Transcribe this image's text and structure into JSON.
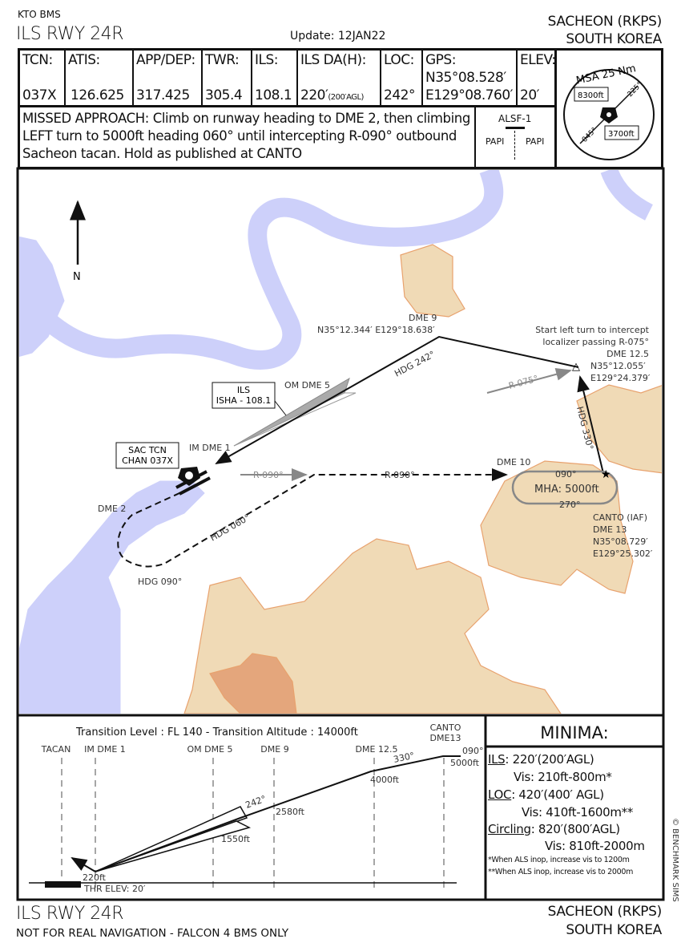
{
  "header": {
    "source": "KTO BMS",
    "title": "ILS RWY 24R",
    "update": "Update: 12JAN22",
    "airport": "SACHEON (RKPS)",
    "country": "SOUTH KOREA"
  },
  "info": {
    "tcn": {
      "label": "TCN:",
      "value": "037X"
    },
    "atis": {
      "label": "ATIS:",
      "value": "126.625"
    },
    "app": {
      "label": "APP/DEP:",
      "value": "317.425"
    },
    "twr": {
      "label": "TWR:",
      "value": "305.4"
    },
    "ils": {
      "label": "ILS:",
      "value": "108.1"
    },
    "da": {
      "label": "ILS DA(H):",
      "value": "220′",
      "sub": "(200′AGL)"
    },
    "loc": {
      "label": "LOC:",
      "value": "242°"
    },
    "gps": {
      "label": "GPS:",
      "lat": "N35°08.528′",
      "lon": "E129°08.760′"
    },
    "elev": {
      "label": "ELEV:",
      "value": "20′"
    },
    "missed": "MISSED APPROACH: Climb on runway heading to DME 2, then climbing LEFT turn to 5000ft heading 060° until intercepting R-090° outbound Sacheon tacan. Hold as published at CANTO",
    "lighting": {
      "system": "ALSF-1",
      "left": "PAPI",
      "right": "PAPI"
    },
    "msa": {
      "title": "MSA 25 Nm",
      "sector1": "8300ft",
      "sector2": "3700ft",
      "bearing1": "225°",
      "bearing2": "045°"
    }
  },
  "map": {
    "north": "N",
    "dme9": {
      "name": "DME 9",
      "coords": "N35°12.344′ E129°18.638′"
    },
    "turn_note1": "Start left turn to intercept",
    "turn_note2": "localizer passing R-075°",
    "dme125": {
      "name": "DME 12.5",
      "lat": "N35°12.055′",
      "lon": "E129°24.379′"
    },
    "hdg242": "HDG 242°",
    "hdg330": "HDG 330°",
    "hdg060": "HDG 060°",
    "hdg090": "HDG 090°",
    "r075": "R-075°",
    "r090a": "R-090°",
    "r090b": "R-090°",
    "ils_box": {
      "line1": "ILS",
      "line2": "ISHA - 108.1"
    },
    "om": "OM DME 5",
    "im": "IM DME 1",
    "tcn_box": {
      "line1": "SAC TCN",
      "line2": "CHAN 037X"
    },
    "dme2": "DME 2",
    "dme10": "DME 10",
    "hold": {
      "inbound": "090°",
      "outbound": "270°",
      "mha": "MHA: 5000ft"
    },
    "canto": {
      "name": "CANTO (IAF)",
      "dme": "DME 13",
      "lat": "N35°08.729′",
      "lon": "E129°25.302′"
    },
    "colors": {
      "water": "#cdd0fa",
      "land": "#f0dab6",
      "land_edge": "#e8a26e",
      "high": "#e4a67c"
    }
  },
  "profile": {
    "transition": "Transition Level : FL 140  -  Transition Altitude : 14000ft",
    "fixes": [
      "TACAN",
      "IM DME 1",
      "OM DME 5",
      "DME 9",
      "DME 12.5"
    ],
    "canto1": "CANTO",
    "canto2": "DME13",
    "alts": {
      "a220": "220ft",
      "a1550": "1550ft",
      "a2580": "2580ft",
      "a4000": "4000ft",
      "a5000": "5000ft"
    },
    "hdgs": {
      "h242": "242°",
      "h330": "330°",
      "h090": "090°"
    },
    "thr": "THR ELEV: 20′"
  },
  "minima": {
    "title": "MINIMA:",
    "ils_label": "ILS",
    "ils": ": 220′(200′AGL)",
    "ils_vis": "Vis: 210ft-800m*",
    "loc_label": "LOC",
    "loc": ": 420′(400′ AGL)",
    "loc_vis": "Vis: 410ft-1600m**",
    "circ_label": "Circling",
    "circ": ": 820′(800′AGL)",
    "circ_vis": "Vis: 810ft-2000m",
    "note1": "*When ALS inop, increase vis to 1200m",
    "note2": "**When ALS inop, increase vis to 2000m"
  },
  "footer": {
    "title": "ILS RWY 24R",
    "disclaimer": "NOT FOR REAL NAVIGATION - FALCON 4 BMS ONLY",
    "airport": "SACHEON (RKPS)",
    "country": "SOUTH KOREA",
    "copyright": "© BENCHMARK SIMS"
  }
}
